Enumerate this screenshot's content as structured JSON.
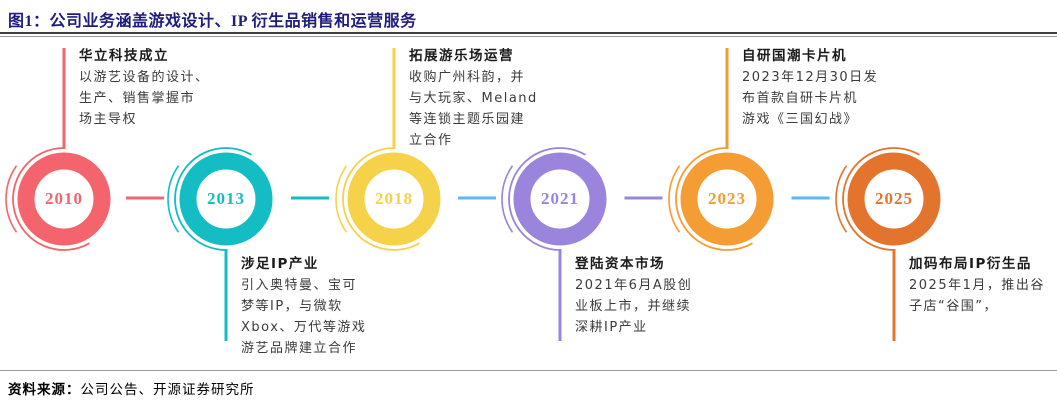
{
  "header": {
    "title": "图1：公司业务涵盖游戏设计、IP 衍生品销售和运营服务"
  },
  "footer": {
    "source_label": "资料来源：",
    "source_text": "公司公告、开源证券研究所"
  },
  "timeline": {
    "connector_colors": [
      "#F4646C",
      "#14BCC4",
      "#5BB9F2",
      "#9B84DB",
      "#5BB9F2"
    ],
    "milestones": [
      {
        "year": "2010",
        "color": "#F4646C",
        "position": "above",
        "title": "华立科技成立",
        "lines": [
          "以游艺设备的设计、",
          "生产、销售掌握市",
          "场主导权"
        ]
      },
      {
        "year": "2013",
        "color": "#14BCC4",
        "position": "below",
        "title": "涉足IP产业",
        "lines": [
          "引入奥特曼、宝可",
          "梦等IP，与微软",
          "Xbox、万代等游戏",
          "游艺品牌建立合作"
        ]
      },
      {
        "year": "2018",
        "color": "#F6D24B",
        "position": "above",
        "title": "拓展游乐场运营",
        "lines": [
          "收购广州科韵，并",
          "与大玩家、Meland",
          "等连锁主题乐园建",
          "立合作"
        ]
      },
      {
        "year": "2021",
        "color": "#9B84DB",
        "position": "below",
        "title": "登陆资本市场",
        "lines": [
          "2021年6月A股创",
          "业板上市，并继续",
          "深耕IP产业"
        ]
      },
      {
        "year": "2023",
        "color": "#F59D35",
        "position": "above",
        "title": "自研国潮卡片机",
        "lines": [
          "2023年12月30日发",
          "布首款自研卡片机",
          "游戏《三国幻战》"
        ]
      },
      {
        "year": "2025",
        "color": "#E2742E",
        "position": "below",
        "title": "加码布局IP衍生品",
        "lines": [
          "2025年1月，推出谷",
          "子店“谷围”，"
        ]
      }
    ]
  }
}
